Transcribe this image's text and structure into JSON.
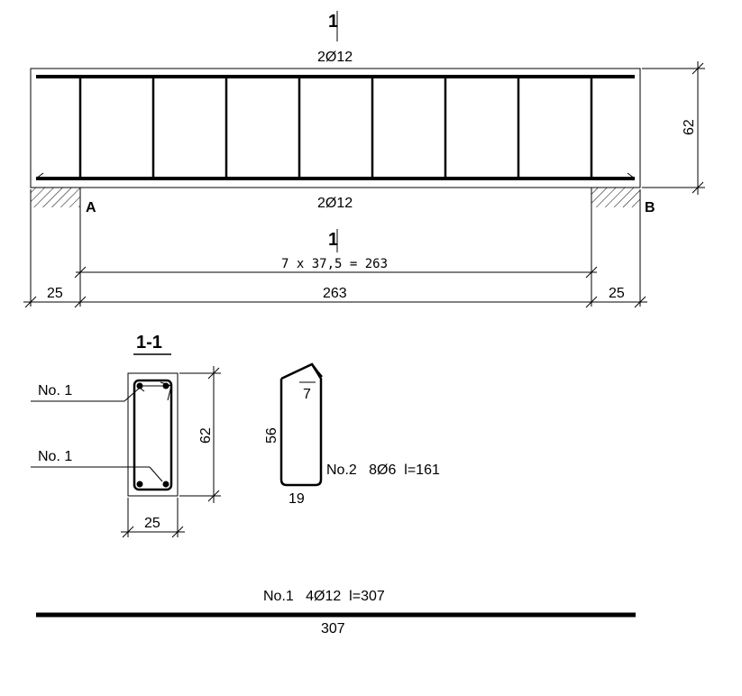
{
  "elevation": {
    "section_mark_top": "1",
    "section_mark_bottom": "1",
    "top_bar_label": "2Ø12",
    "bottom_bar_label": "2Ø12",
    "support_left_label": "A",
    "support_right_label": "B",
    "height_dim": "62",
    "stirrup_spacing_dim": "7 x 37,5 = 263",
    "dim_left": "25",
    "dim_middle": "263",
    "dim_right": "25"
  },
  "section": {
    "title": "1-1",
    "top_bar_callout": "No. 1",
    "bottom_bar_callout": "No. 1",
    "height_dim": "62",
    "width_dim": "25"
  },
  "stirrup_detail": {
    "hook_dim": "7",
    "height_dim": "56",
    "width_dim": "19",
    "spec": "No.2   8Ø6  l=161"
  },
  "main_bar": {
    "spec": "No.1   4Ø12  l=307",
    "length_dim": "307"
  }
}
